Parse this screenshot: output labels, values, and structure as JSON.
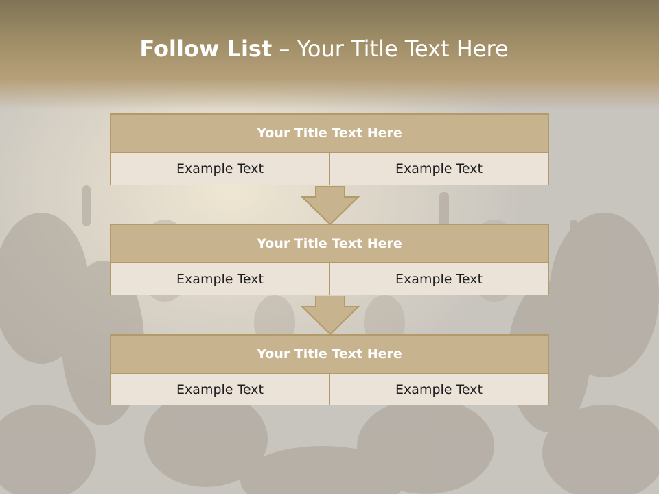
{
  "slide": {
    "title_bold": "Follow List",
    "title_rest": "– Your Title Text Here"
  },
  "blocks": [
    {
      "title": "Your Title Text Here",
      "left": "Example Text",
      "right": "Example Text"
    },
    {
      "title": "Your Title Text Here",
      "left": "Example Text",
      "right": "Example Text"
    },
    {
      "title": "Your Title Text Here",
      "left": "Example Text",
      "right": "Example Text"
    }
  ],
  "colors": {
    "accent": "#b39a6a",
    "block_title_fill": "#c7b38e",
    "cell_fill": "#ebe3d8",
    "header_gold": "#a18f68"
  }
}
